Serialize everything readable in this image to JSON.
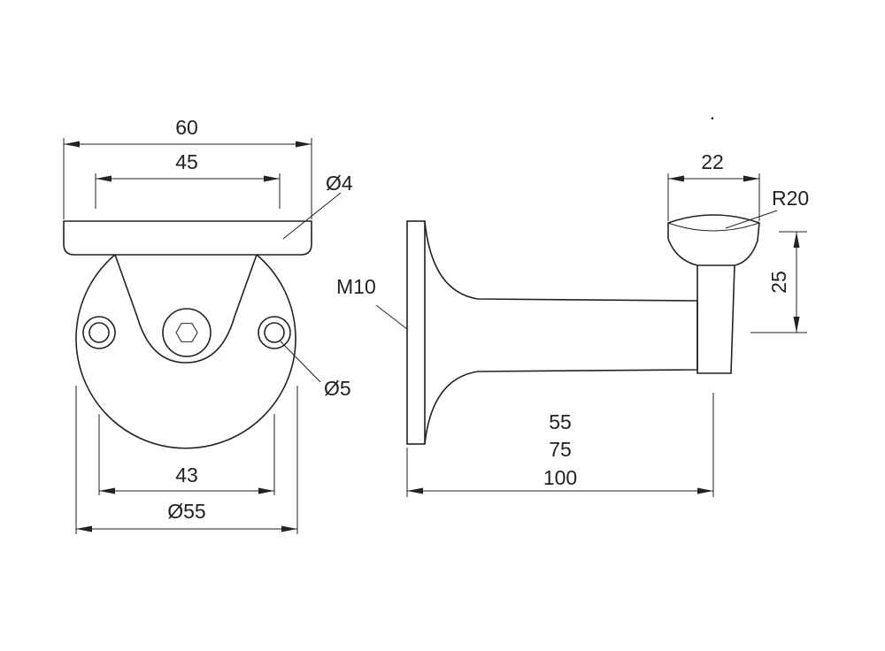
{
  "drawing": {
    "front_view": {
      "width_overall": "60",
      "hole_spacing_top": "45",
      "top_hole_diameter": "Ø4",
      "side_hole_diameter": "Ø5",
      "hole_spacing_bottom": "43",
      "base_diameter": "Ø55"
    },
    "side_view": {
      "thread": "M10",
      "saddle_width": "22",
      "radius": "R20",
      "saddle_height": "25",
      "length_1": "55",
      "length_2": "75",
      "length_3": "100"
    }
  }
}
